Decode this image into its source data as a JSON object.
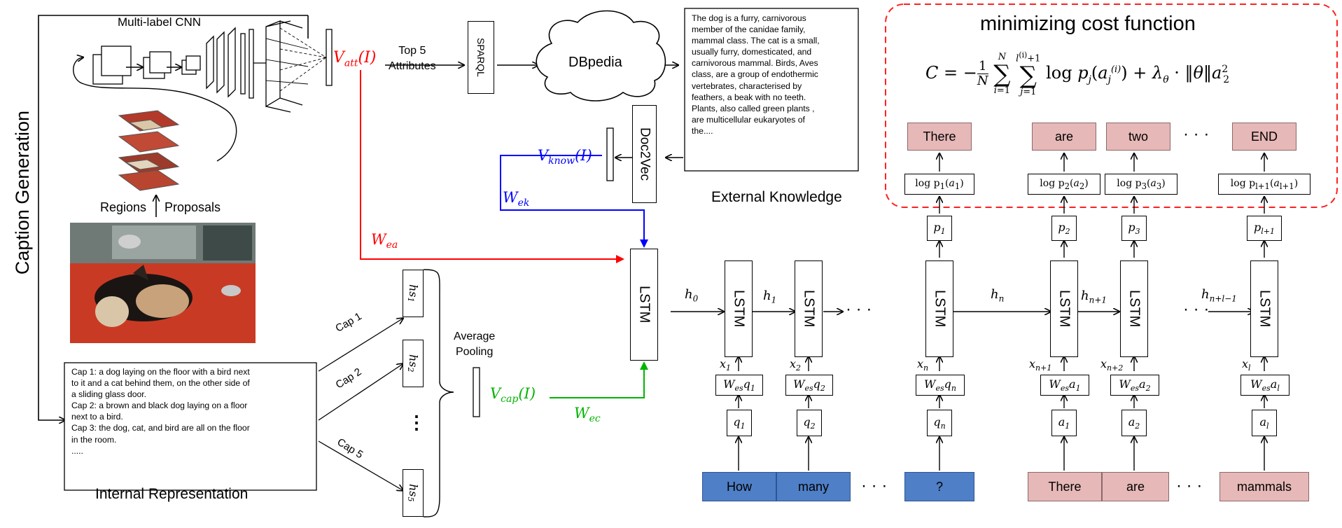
{
  "left": {
    "caption_generation": "Caption Generation",
    "cnn_title": "Multi-label CNN",
    "regions": "Regions",
    "proposals": "Proposals",
    "internal_repr_title": "Internal Representation",
    "caps_text": [
      "Cap 1: a dog laying on the floor with a bird next",
      "to it and a cat behind them, on the other side of",
      "a sliding glass door.",
      "Cap 2: a brown and black dog laying on a floor",
      "next to a bird.",
      "Cap 3: the dog, cat, and bird are all on the floor",
      "in the room.",
      "....."
    ],
    "cap_edges": [
      "Cap 1",
      "Cap 2",
      "Cap 5"
    ],
    "hs_labels": [
      "hs",
      "hs",
      "hs"
    ],
    "hs_subs": [
      "1",
      "2",
      "5"
    ],
    "vdots": "⋮",
    "average_pooling": [
      "Average",
      "Pooling"
    ]
  },
  "middle": {
    "v_att": "V",
    "v_att_sub": "att",
    "v_att_arg": "(I)",
    "top5": [
      "Top 5",
      "Attributes"
    ],
    "sparql": "SPARQL",
    "dbpedia": "DBpedia",
    "doc2vec": "Doc2Vec",
    "v_know": "V",
    "v_know_sub": "know",
    "v_know_arg": "(I)",
    "v_cap": "V",
    "v_cap_sub": "cap",
    "v_cap_arg": "(I)",
    "w_ea": "W",
    "w_ea_sub": "ea",
    "w_ek": "W",
    "w_ek_sub": "ek",
    "w_ec": "W",
    "w_ec_sub": "ec",
    "external_knowledge_title": "External Knowledge",
    "knowledge_text": [
      "The dog is a furry, carnivorous",
      "member of the canidae family,",
      "mammal class. The cat is a small,",
      "usually furry, domesticated, and",
      "carnivorous mammal. Birds, Aves",
      "class, are a group of endothermic",
      "vertebrates, characterised by",
      "feathers, a beak with no teeth.",
      "Plants, also called green plants ,",
      "are multicellular eukaryotes of",
      "the...."
    ]
  },
  "right": {
    "cost_title": "minimizing cost function",
    "lstm": "LSTM",
    "hidden": [
      "h",
      "h",
      "h",
      "h",
      "h"
    ],
    "hidden_subs": [
      "0",
      "1",
      "n",
      "n+1",
      "n+l−1"
    ],
    "x_labels": [
      "x",
      "x",
      "x",
      "x",
      "x",
      "x"
    ],
    "x_subs": [
      "1",
      "2",
      "n",
      "n+1",
      "n+2",
      "l"
    ],
    "wq_labels": [
      "W",
      "W",
      "W",
      "W",
      "W",
      "W"
    ],
    "wq_subs": [
      "es",
      "es",
      "es",
      "es",
      "es",
      "es"
    ],
    "wq_vars": [
      "q",
      "q",
      "q",
      "a",
      "a",
      "a"
    ],
    "wq_var_subs": [
      "1",
      "2",
      "n",
      "1",
      "2",
      "l"
    ],
    "q_boxes": [
      "q",
      "q",
      "q",
      "a",
      "a",
      "a"
    ],
    "q_box_subs": [
      "1",
      "2",
      "n",
      "1",
      "2",
      "l"
    ],
    "p_boxes": [
      "p",
      "p",
      "p",
      "p"
    ],
    "p_subs": [
      "1",
      "2",
      "3",
      "l+1"
    ],
    "log_labels": [
      "log p",
      "log p",
      "log p",
      "log p"
    ],
    "log_subs": [
      "1",
      "2",
      "3",
      "l+1"
    ],
    "log_args": [
      "a",
      "a",
      "a",
      "a"
    ],
    "log_arg_subs": [
      "1",
      "2",
      "3",
      "l+1"
    ],
    "question_tokens": [
      "How",
      "many",
      "?"
    ],
    "answer_tokens": [
      "There",
      "are",
      "mammals"
    ],
    "output_tokens": [
      "There",
      "are",
      "two",
      "END"
    ],
    "ellipsis": "· · ·"
  },
  "colors": {
    "red": "#ff0000",
    "blue": "#0000ff",
    "green": "#00b400",
    "pink_fill": "#e6b8b7",
    "blue_fill": "#4f7fc6"
  }
}
